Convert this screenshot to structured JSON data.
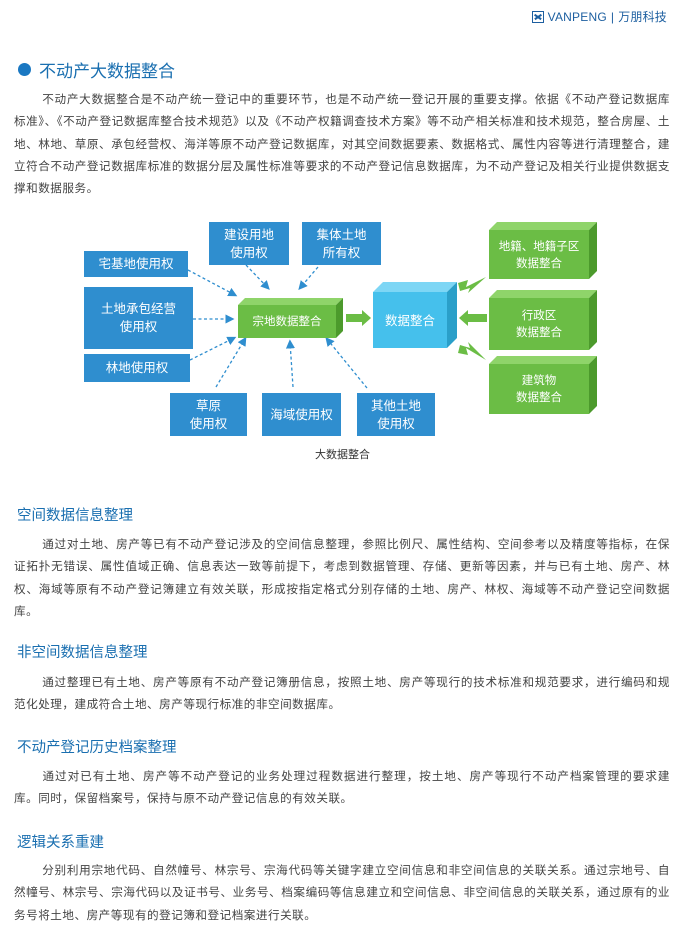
{
  "brand": {
    "name": "VANPENG",
    "cn": "万朋科技"
  },
  "section_title": "不动产大数据整合",
  "intro": "不动产大数据整合是不动产统一登记中的重要环节，也是不动产统一登记开展的重要支撑。依据《不动产登记数据库标准》、《不动产登记数据库整合技术规范》以及《不动产权籍调查技术方案》等不动产相关标准和技术规范，整合房屋、土地、林地、草原、承包经营权、海洋等原不动产登记数据库，对其空间数据要素、数据格式、属性内容等进行清理整合，建立符合不动产登记数据库标准的数据分层及属性标准等要求的不动产登记信息数据库，为不动产登记及相关行业提供数据支撑和数据服务。",
  "diagram": {
    "sources": {
      "zhaijidi": "宅基地使用权",
      "chengbao": "土地承包经营\n使用权",
      "lindi": "林地使用权",
      "jianshe": "建设用地\n使用权",
      "jiti": "集体土地\n所有权",
      "caoyuan": "草原\n使用权",
      "haiyu": "海域使用权",
      "qita": "其他土地\n使用权"
    },
    "center": "宗地数据整合",
    "target": "数据整合",
    "right": {
      "diji": "地籍、地籍子区\n数据整合",
      "xingzheng": "行政区\n数据整合",
      "jianzhu": "建筑物\n数据整合"
    },
    "caption": "大数据整合"
  },
  "sections": [
    {
      "title": "空间数据信息整理",
      "body": "通过对土地、房产等已有不动产登记涉及的空间信息整理，参照比例尺、属性结构、空间参考以及精度等指标，在保证拓扑无错误、属性值域正确、信息表达一致等前提下，考虑到数据管理、存储、更新等因素，并与已有土地、房产、林权、海域等原有不动产登记簿建立有效关联，形成按指定格式分别存储的土地、房产、林权、海域等不动产登记空间数据库。"
    },
    {
      "title": "非空间数据信息整理",
      "body": "通过整理已有土地、房产等原有不动产登记簿册信息，按照土地、房产等现行的技术标准和规范要求，进行编码和规范化处理，建成符合土地、房产等现行标准的非空间数据库。"
    },
    {
      "title": "不动产登记历史档案整理",
      "body": "通过对已有土地、房产等不动产登记的业务处理过程数据进行整理，按土地、房产等现行不动产档案管理的要求建库。同时，保留档案号，保持与原不动产登记信息的有效关联。"
    },
    {
      "title": "逻辑关系重建",
      "body": "分别利用宗地代码、自然幢号、林宗号、宗海代码等关键字建立空间信息和非空间信息的关联关系。通过宗地号、自然幢号、林宗号、宗海代码以及证书号、业务号、档案编码等信息建立和空间信息、非空间信息的关联关系，通过原有的业务号将土地、房产等现有的登记簿和登记档案进行关联。"
    }
  ],
  "colors": {
    "blue_box": "#2f8ecf",
    "green_cube": "#6bbd45",
    "cyan_cube": "#45c0ec",
    "title_blue": "#1a6fb0"
  }
}
